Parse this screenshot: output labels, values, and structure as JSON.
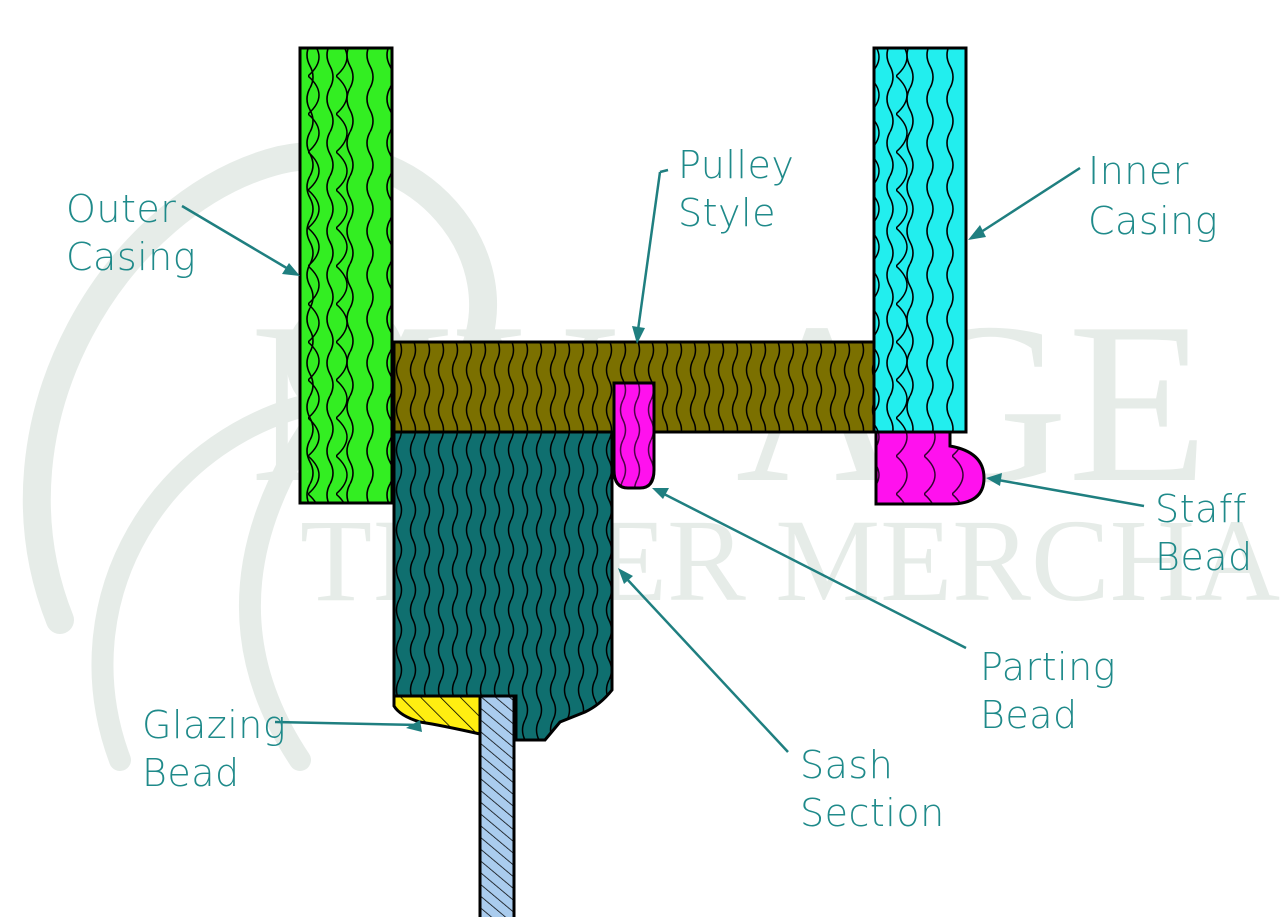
{
  "colors": {
    "outline": "#000000",
    "label_text": "#1f8a8a",
    "leader": "#1f7f80",
    "outer_casing": "#33ee22",
    "inner_casing": "#22eeee",
    "pulley_style": "#7b7000",
    "sash_section": "#0f6f6f",
    "parting_bead": "#ff11ee",
    "staff_bead": "#ff11ee",
    "glazing_bead": "#ffee11",
    "glass": "#aaccee",
    "watermark": "#e6ece8"
  },
  "labels": {
    "outer_casing": [
      "Outer",
      "Casing"
    ],
    "pulley_style": [
      "Pulley",
      "Style"
    ],
    "inner_casing": [
      "Inner",
      "Casing"
    ],
    "staff_bead": [
      "Staff",
      "Bead"
    ],
    "parting_bead": [
      "Parting",
      "Bead"
    ],
    "sash_section": [
      "Sash",
      "Section"
    ],
    "glazing_bead": [
      "Glazing",
      "Bead"
    ]
  }
}
